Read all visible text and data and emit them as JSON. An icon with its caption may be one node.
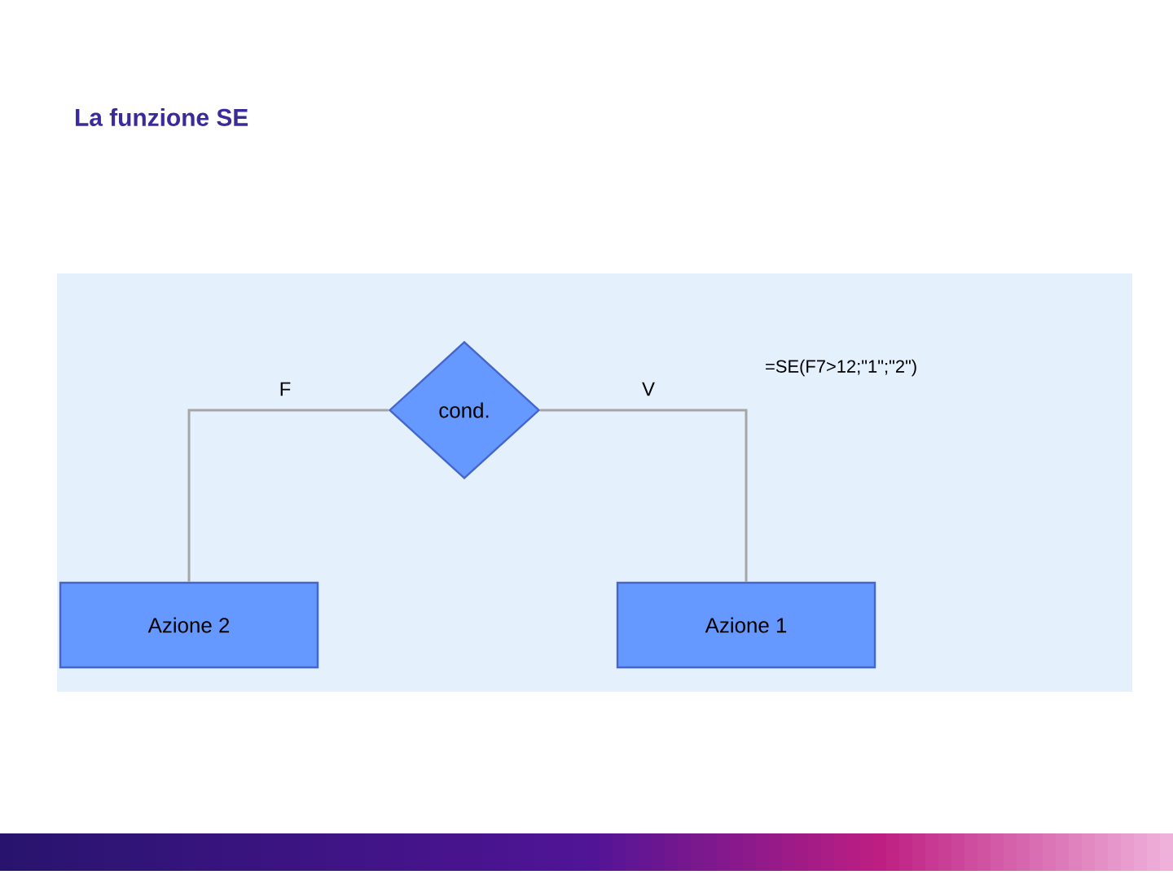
{
  "diagram": {
    "title": "La funzione SE",
    "nodes": [
      {
        "text": [
          "cond."
        ]
      },
      {
        "text": [
          "Azione 2"
        ]
      },
      {
        "text": [
          "Azione 1"
        ]
      }
    ],
    "edges": [
      {
        "from": 0,
        "to": 1,
        "arrow": "none",
        "label": "F"
      },
      {
        "from": 0,
        "to": 2,
        "arrow": "none",
        "label": "V"
      }
    ],
    "labels": [
      "=SE(F7>12;\"1\";\"2\")"
    ]
  }
}
